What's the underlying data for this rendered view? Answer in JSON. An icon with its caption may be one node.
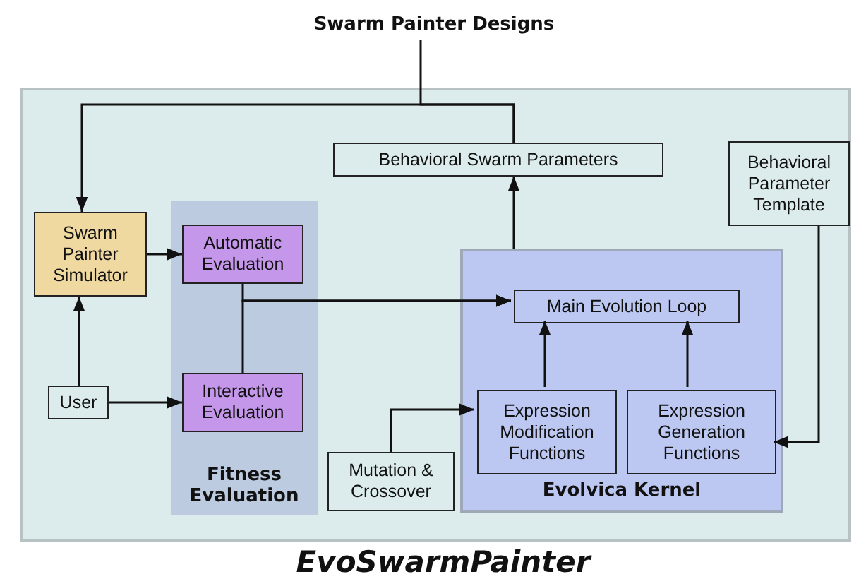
{
  "diagram": {
    "nodes": [
      {
        "text": [
          "Swarm Painter Designs"
        ]
      },
      {
        "text": [
          "EvoSwarmPainter"
        ]
      },
      {
        "text": [
          "Behavioral Swarm Parameters"
        ],
        "in": 1
      },
      {
        "text": [
          "Behavioral Parameter Template"
        ],
        "in": 1
      },
      {
        "text": [
          "Swarm Painter Simulator"
        ],
        "in": 1
      },
      {
        "text": [
          "Fitness Evaluation"
        ],
        "in": 1
      },
      {
        "text": [
          "Automatic Evaluation"
        ],
        "in": 5
      },
      {
        "text": [
          "User"
        ],
        "in": 1
      },
      {
        "text": [
          "Interactive Evaluation"
        ],
        "in": 5
      },
      {
        "text": [
          "Evolvica Kernel"
        ],
        "in": 1
      },
      {
        "text": [
          "Main Evolution Loop"
        ],
        "in": 9
      },
      {
        "text": [
          "Mutation & Crossover"
        ],
        "in": 1
      },
      {
        "text": [
          "Expression Modification Functions"
        ],
        "in": 9
      },
      {
        "text": [
          "Expression Generation Functions"
        ],
        "in": 9
      }
    ],
    "edges": [
      {
        "from": 2,
        "to": 0,
        "arrow": "none"
      },
      {
        "from": 2,
        "to": 4,
        "arrow": "to"
      },
      {
        "from": 4,
        "to": 6,
        "arrow": "to"
      },
      {
        "from": 7,
        "to": 4,
        "arrow": "to"
      },
      {
        "from": 7,
        "to": 8,
        "arrow": "to"
      },
      {
        "from": 6,
        "to": 10,
        "arrow": "to"
      },
      {
        "from": 8,
        "to": 10,
        "arrow": "to"
      },
      {
        "from": 9,
        "to": 2,
        "arrow": "to"
      },
      {
        "from": 12,
        "to": 10,
        "arrow": "to"
      },
      {
        "from": 13,
        "to": 10,
        "arrow": "to"
      },
      {
        "from": 11,
        "to": 12,
        "arrow": "to"
      },
      {
        "from": 3,
        "to": 13,
        "arrow": "to"
      }
    ]
  }
}
